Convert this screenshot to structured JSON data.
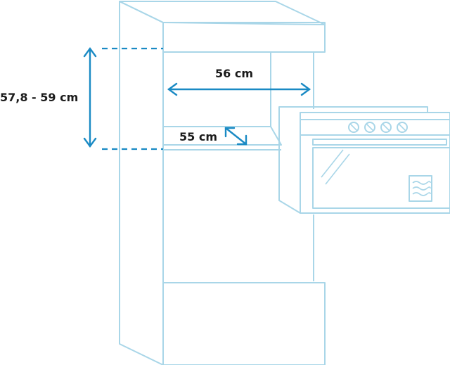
{
  "dimensions": {
    "height": "57,8 - 59 cm",
    "width": "56 cm",
    "depth": "55 cm"
  },
  "colors": {
    "outline": "#a9d6e8",
    "arrow": "#1a8ac4",
    "text": "#1b1b1b",
    "background": "#ffffff"
  },
  "icons": {
    "oven_symbol": "heat-waves-icon"
  }
}
